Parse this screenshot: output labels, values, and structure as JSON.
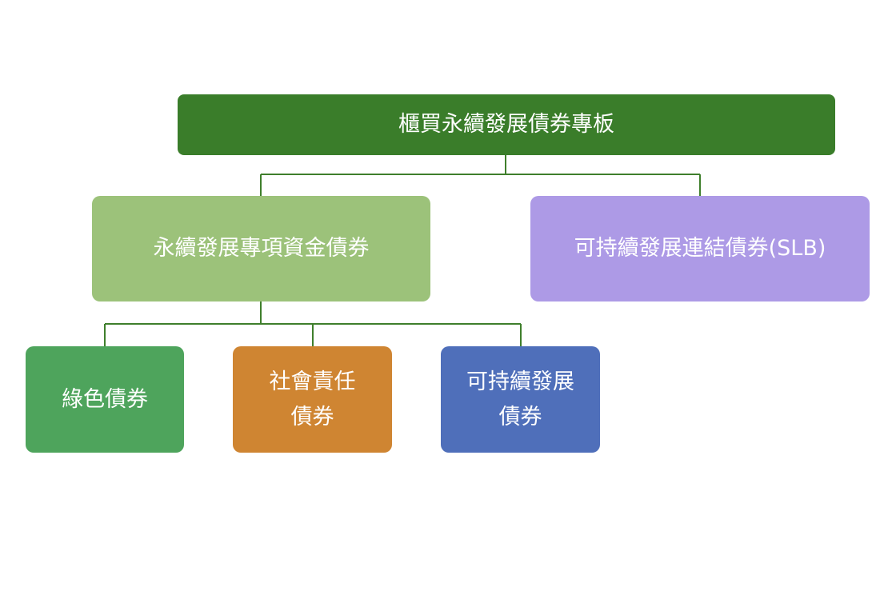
{
  "colors": {
    "root": "#3a7d2a",
    "use_of_proceeds": "#9cc27a",
    "slb": "#ad9ae6",
    "green": "#4ea45c",
    "social": "#cf8532",
    "sustainability": "#4f6fba",
    "connector": "#3f7f2c"
  },
  "nodes": {
    "root": {
      "label": "櫃買永續發展債券專板"
    },
    "use_of_proceeds": {
      "label": "永續發展專項資金債券"
    },
    "slb": {
      "label": "可持續發展連結債券(SLB)"
    },
    "green": {
      "label": "綠色債券"
    },
    "social": {
      "label": "社會責任\n債券"
    },
    "sustainability": {
      "label": "可持續發展\n債券"
    }
  }
}
